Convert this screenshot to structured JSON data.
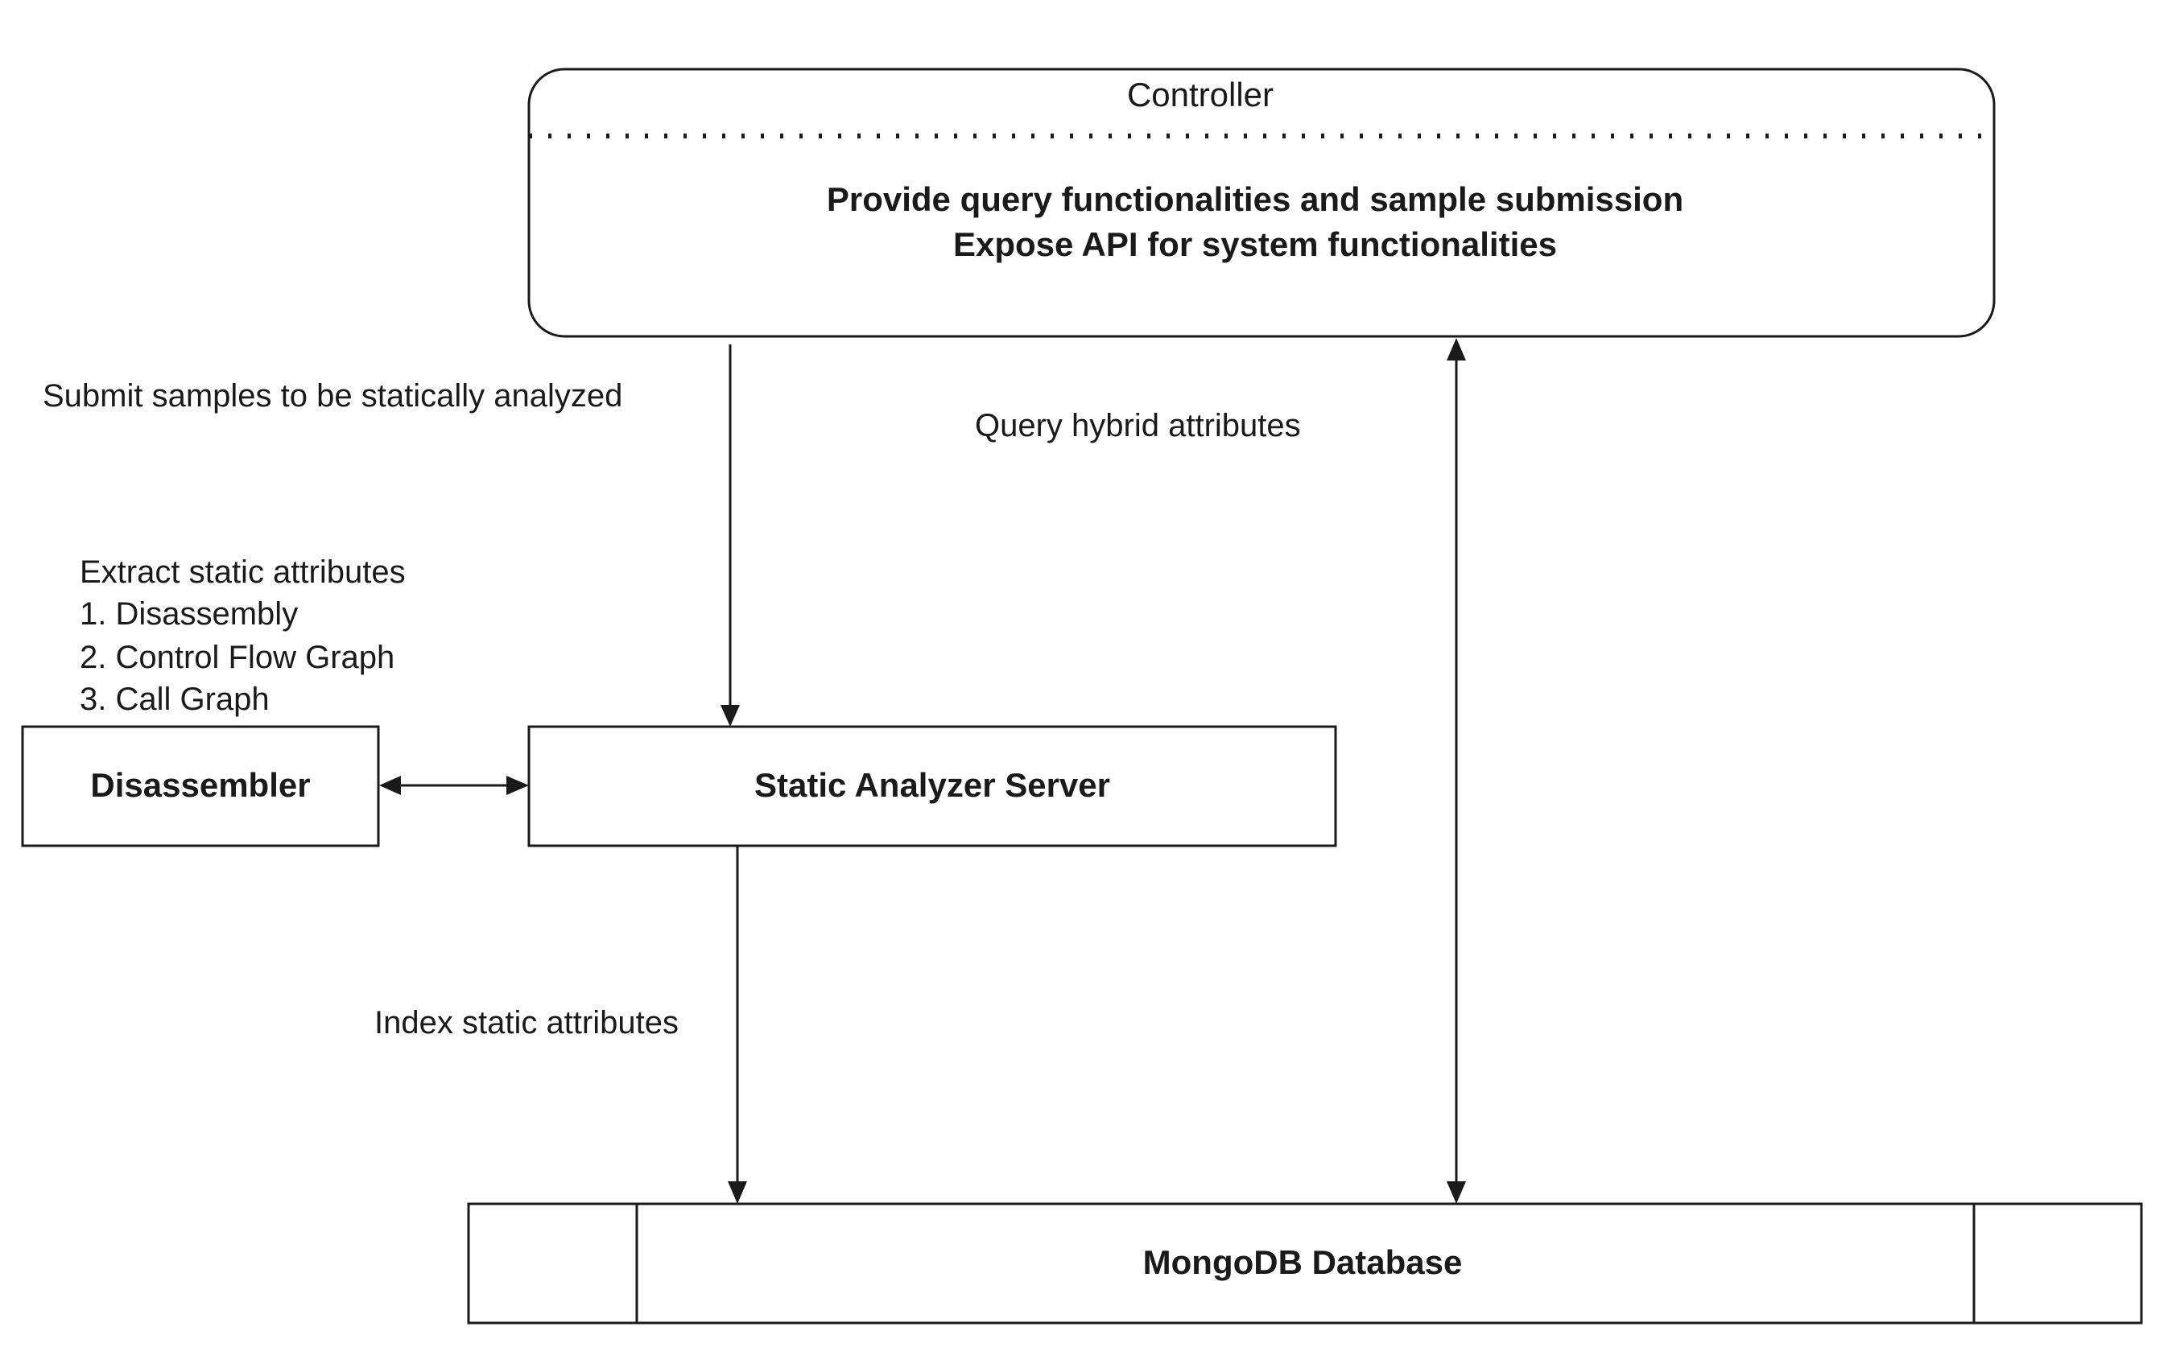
{
  "controller": {
    "title": "Controller",
    "line1": "Provide query functionalities and sample submission",
    "line2": "Expose API for system functionalities"
  },
  "nodes": {
    "disassembler": "Disassembler",
    "static_analyzer": "Static Analyzer Server",
    "database": "MongoDB Database"
  },
  "edge_labels": {
    "submit": "Submit samples to be statically analyzed",
    "query": "Query hybrid attributes",
    "index": "Index static attributes",
    "extract_title": "Extract static attributes",
    "extract_items": [
      "1. Disassembly",
      "2. Control Flow Graph",
      "3. Call Graph"
    ]
  }
}
